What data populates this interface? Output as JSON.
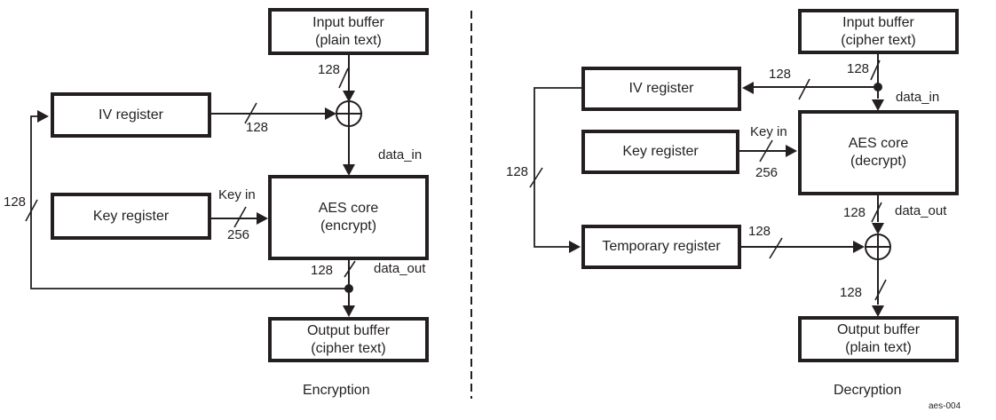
{
  "figure": {
    "id_label": "aes-004",
    "colors": {
      "ink": "#231f20",
      "background": "#ffffff"
    }
  },
  "encryption": {
    "caption": "Encryption",
    "input_buffer": [
      "Input buffer",
      "(plain text)"
    ],
    "iv_register": "IV register",
    "key_register": "Key register",
    "aes_core": [
      "AES core",
      "(encrypt)"
    ],
    "output_buffer": [
      "Output buffer",
      "(cipher text)"
    ],
    "labels": {
      "input_bus_width": "128",
      "iv_bus_width": "128",
      "feedback_bus_width": "128",
      "key_in": "Key in",
      "key_bus_width": "256",
      "data_in": "data_in",
      "data_out": "data_out",
      "output_bus_width": "128"
    }
  },
  "decryption": {
    "caption": "Decryption",
    "input_buffer": [
      "Input buffer",
      "(cipher text)"
    ],
    "iv_register": "IV register",
    "key_register": "Key register",
    "aes_core": [
      "AES core",
      "(decrypt)"
    ],
    "temporary_register": "Temporary register",
    "output_buffer": [
      "Output buffer",
      "(plain text)"
    ],
    "labels": {
      "input_bus_width": "128",
      "iv_bus_width": "128",
      "feedback_bus_width": "128",
      "key_in": "Key in",
      "key_bus_width": "256",
      "data_in": "data_in",
      "data_out": "data_out",
      "temp_bus_width": "128",
      "output_bus_width": "128"
    }
  }
}
